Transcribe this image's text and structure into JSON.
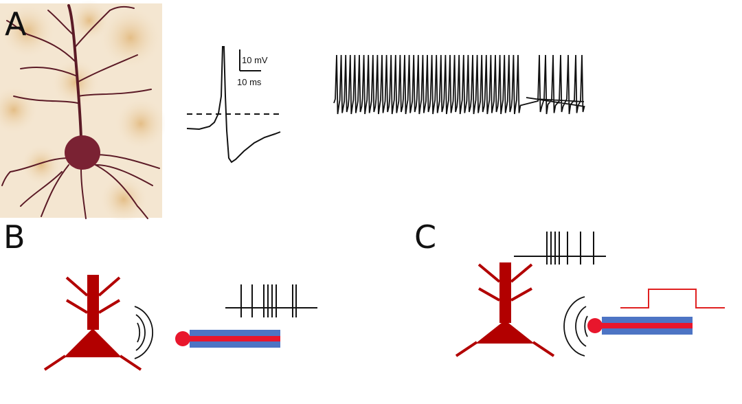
{
  "panels": {
    "a": {
      "letter": "A"
    },
    "b": {
      "letter": "B"
    },
    "c": {
      "letter": "C"
    }
  },
  "scale_bar": {
    "voltage": "10 mV",
    "time": "10 ms"
  },
  "colors": {
    "neuron_fill": "#b20000",
    "neuron_photo_body": "#7a2233",
    "paper_tint": "#f1dcc0",
    "probe_blue": "#4d74c4",
    "probe_red": "#e8162c",
    "stimulus": "#e02020",
    "ink": "#111111"
  },
  "icons": {
    "neuron": "pyramidal-neuron-icon",
    "probe": "optical-fiber-probe-icon",
    "waves": "sound-wave-icon"
  }
}
